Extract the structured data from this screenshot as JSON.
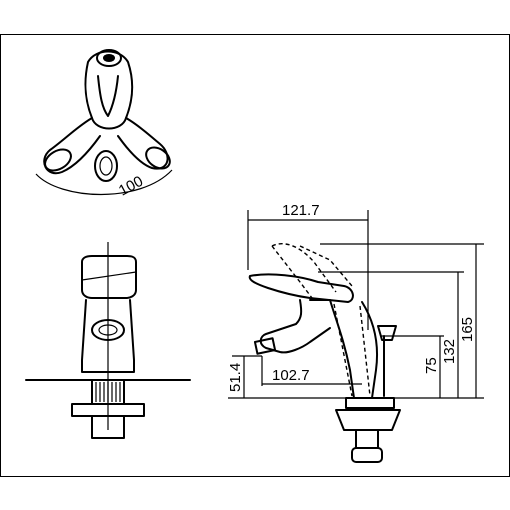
{
  "dimensions": {
    "top_spread": "100",
    "spout_reach": "121.7",
    "spout_projection": "102.7",
    "outlet_height": "51.4",
    "total_height": "165",
    "handle_height": "132",
    "body_height": "75"
  }
}
